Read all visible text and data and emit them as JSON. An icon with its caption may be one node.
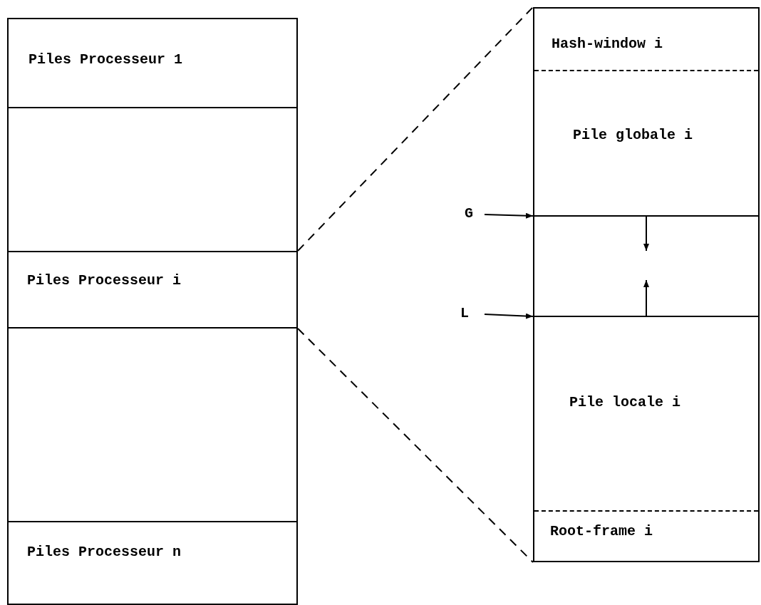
{
  "diagram": {
    "nodes": [
      {
        "text": [
          "Piles Processeur 1"
        ]
      },
      {
        "text": [],
        "shape": "box"
      },
      {
        "text": [
          "Piles Processeur i"
        ]
      },
      {
        "text": [],
        "shape": "box"
      },
      {
        "text": [
          "Piles Processeur n"
        ]
      },
      {
        "text": [],
        "shape": "box"
      },
      {
        "text": [
          "Hash-window i"
        ],
        "in": 5
      },
      {
        "text": [
          "Pile globale i"
        ],
        "in": 5
      },
      {
        "text": [],
        "shape": "box",
        "in": 5
      },
      {
        "text": [
          "Pile locale i"
        ],
        "in": 5
      },
      {
        "text": [
          "Root-frame i"
        ],
        "in": 5
      },
      {
        "text": [
          "G"
        ]
      },
      {
        "text": [
          "L"
        ]
      }
    ],
    "edges": [
      {
        "from": 2,
        "to": 5,
        "arrow": "none",
        "style": "dashed"
      },
      {
        "from": 2,
        "to": 5,
        "arrow": "none",
        "style": "dashed"
      },
      {
        "from": 11,
        "to": 8,
        "arrow": "to"
      },
      {
        "from": 12,
        "to": 9,
        "arrow": "to"
      }
    ]
  }
}
